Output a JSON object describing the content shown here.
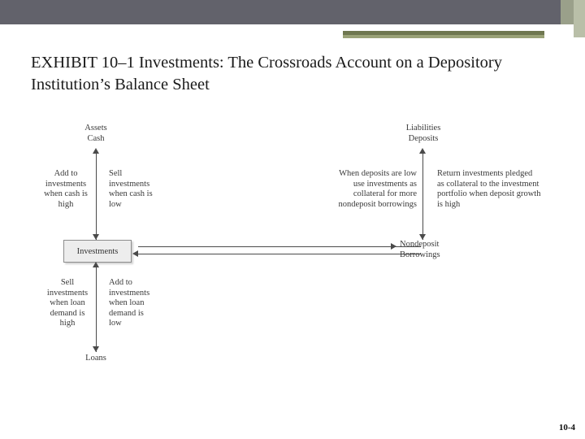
{
  "slide": {
    "title": "EXHIBIT 10–1 Investments: The Crossroads Account on a Depository Institution’s Balance Sheet",
    "number": "10-4"
  },
  "diagram": {
    "center_box": "Investments",
    "nodes": {
      "assets": "Assets",
      "cash": "Cash",
      "liabilities": "Liabilities",
      "deposits": "Deposits",
      "loans": "Loans",
      "nondeposit_borrowings": "Nondeposit\nBorrowings"
    },
    "annotations": {
      "top_left_outer": "Add to\ninvestments\nwhen cash is\nhigh",
      "top_left_inner": "Sell\ninvestments\nwhen cash is\nlow",
      "top_right_inner": "When deposits are low\nuse investments as\ncollateral for more\nnondeposit borrowings",
      "top_right_outer": "Return investments pledged\nas collateral to the investment\nportfolio when deposit growth\nis high",
      "bottom_left_outer": "Sell\ninvestments\nwhen loan\ndemand is\nhigh",
      "bottom_left_inner": "Add to\ninvestments\nwhen loan\ndemand is\nlow"
    }
  },
  "colors": {
    "banner": "#62626b",
    "accent_olive": "#6f7750",
    "accent_olive_light": "#9aa277",
    "box_fill": "#ededed"
  }
}
